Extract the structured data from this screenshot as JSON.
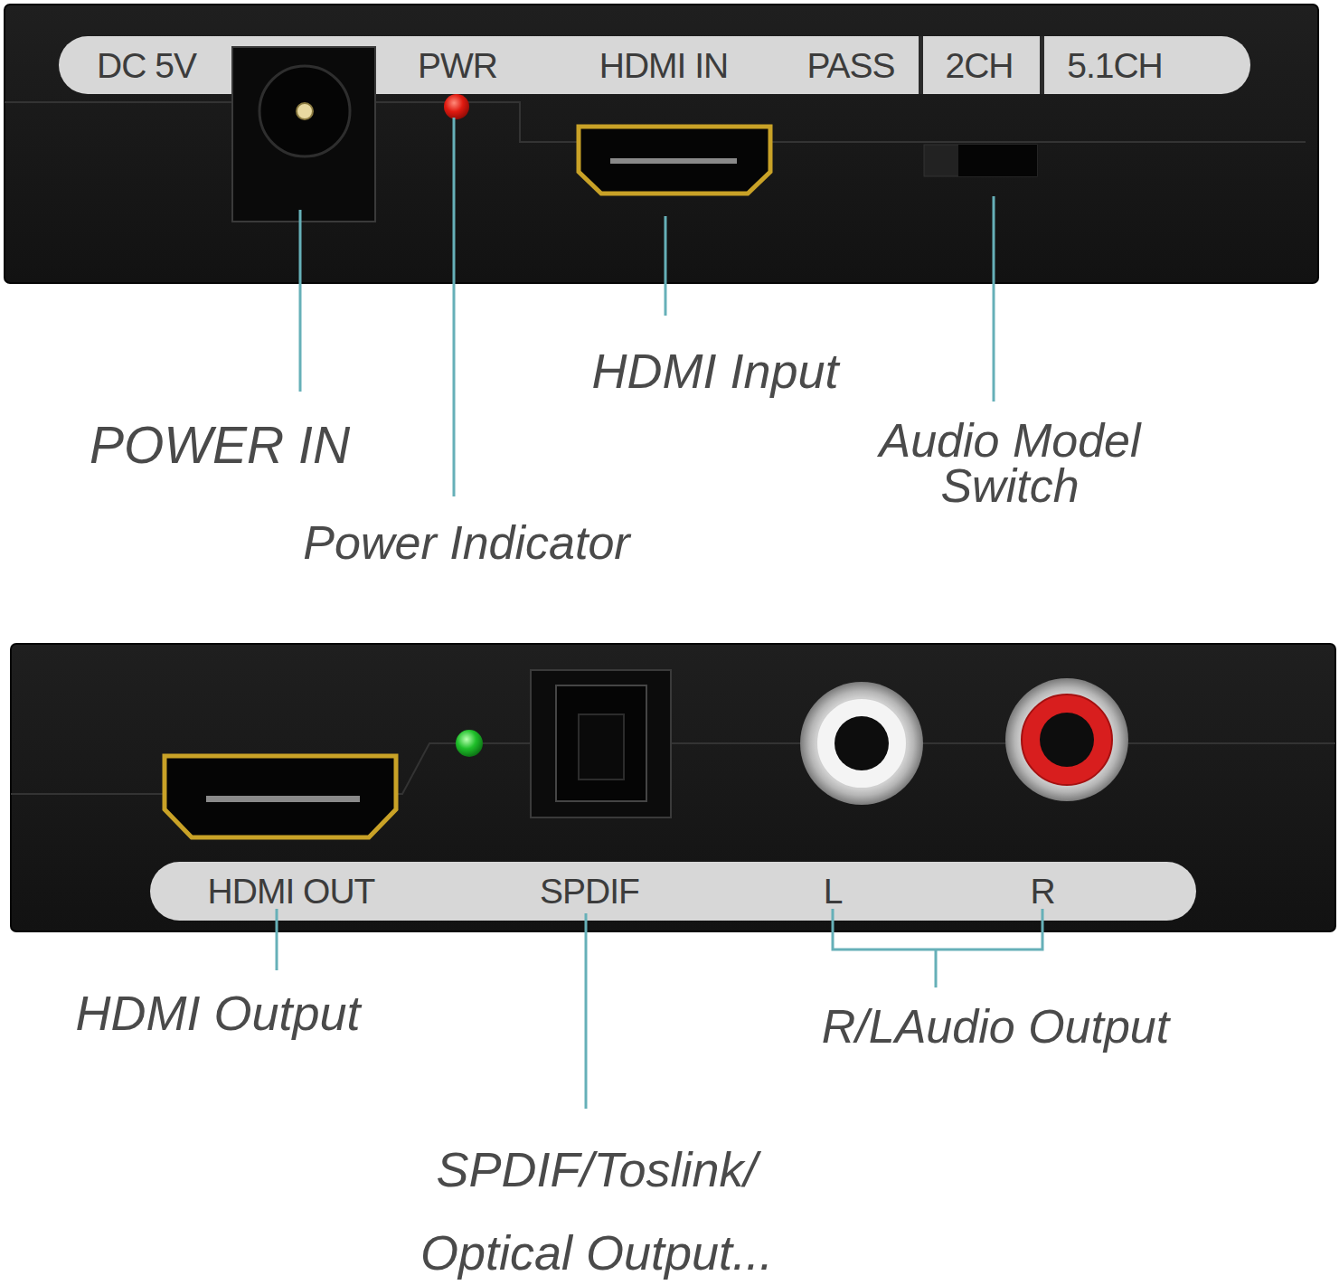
{
  "diagram": {
    "nodes": [
      {
        "text": [
          "DC 5V",
          "PWR",
          "HDMI IN",
          "PASS",
          "2CH",
          "5.1CH"
        ]
      },
      {
        "text": [
          "HDMI OUT",
          "SPDIF",
          "L",
          "R"
        ]
      }
    ],
    "labels": [
      "HDMI Input",
      "Audio Model Switch",
      "POWER IN",
      "Power Indicator",
      "HDMI Output",
      "R/LAudio Output",
      "SPDIF/Toslink/ Optical Output..."
    ]
  }
}
